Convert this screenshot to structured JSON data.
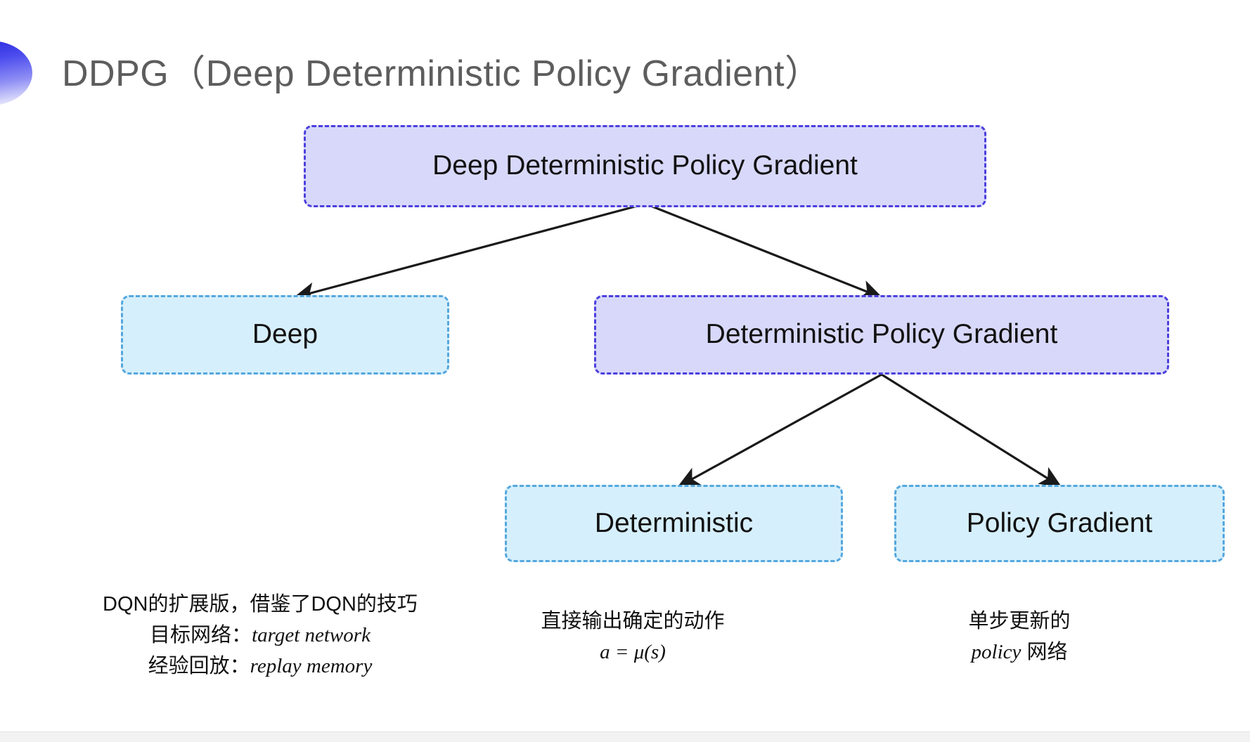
{
  "slide": {
    "title": "DDPG（Deep Deterministic Policy Gradient）",
    "background_color": "#ffffff",
    "accent_color": "#4b3fdd",
    "purple_node_fill": "#d8d8fa",
    "purple_node_border": "#4b3fdd",
    "blue_node_fill": "#d6effc",
    "blue_node_border": "#54a7de",
    "title_color": "#5d5d5d",
    "connector_color": "#1a1a1a"
  },
  "diagram": {
    "nodes": {
      "root": {
        "label": "Deep Deterministic Policy Gradient",
        "style": "purple"
      },
      "deep": {
        "label": "Deep",
        "style": "blue"
      },
      "dpg": {
        "label": "Deterministic Policy Gradient",
        "style": "purple"
      },
      "deterministic": {
        "label": "Deterministic",
        "style": "blue"
      },
      "policy_gradient": {
        "label": "Policy Gradient",
        "style": "blue"
      }
    },
    "edges": [
      {
        "from": "root",
        "to": "deep"
      },
      {
        "from": "root",
        "to": "dpg"
      },
      {
        "from": "dpg",
        "to": "deterministic"
      },
      {
        "from": "dpg",
        "to": "policy_gradient"
      }
    ]
  },
  "captions": {
    "deep": {
      "line1": "DQN的扩展版，借鉴了DQN的技巧",
      "line2_label": "目标网络：",
      "line2_term": "target network",
      "line3_label": "经验回放：",
      "line3_term": "replay memory"
    },
    "deterministic": {
      "line1": "直接输出确定的动作",
      "formula": "a = μ(s)"
    },
    "policy_gradient": {
      "line1": "单步更新的",
      "line2_term": "policy",
      "line2_suffix": " 网络"
    }
  }
}
